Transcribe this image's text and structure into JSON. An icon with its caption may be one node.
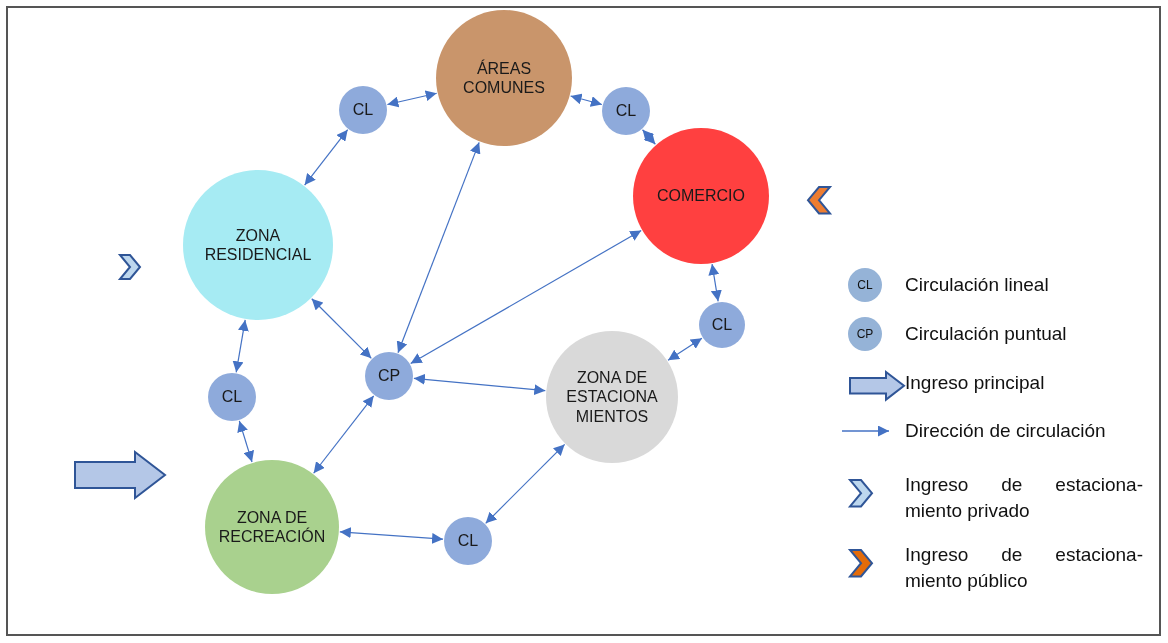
{
  "diagram": {
    "nodes": [
      {
        "text": [
          "ÁREAS COMUNES"
        ]
      },
      {
        "text": [
          "CL"
        ]
      },
      {
        "text": [
          "CL"
        ]
      },
      {
        "text": [
          "COMERCIO"
        ]
      },
      {
        "text": [
          "ZONA RESIDENCIAL"
        ]
      },
      {
        "text": [
          "CL"
        ]
      },
      {
        "text": [
          "CP"
        ]
      },
      {
        "text": [
          "ZONA DE ESTACIONA MIENTOS"
        ]
      },
      {
        "text": [
          "CL"
        ]
      },
      {
        "text": [
          "ZONA DE RECREACIÓN"
        ]
      },
      {
        "text": [
          "CL"
        ]
      }
    ],
    "edges": [
      {
        "from": 1,
        "to": 0,
        "arrow": "both"
      },
      {
        "from": 1,
        "to": 4,
        "arrow": "both"
      },
      {
        "from": 0,
        "to": 2,
        "arrow": "both"
      },
      {
        "from": 2,
        "to": 3,
        "arrow": "both"
      },
      {
        "from": 6,
        "to": 0,
        "arrow": "both"
      },
      {
        "from": 6,
        "to": 3,
        "arrow": "both"
      },
      {
        "from": 3,
        "to": 5,
        "arrow": "both"
      },
      {
        "from": 4,
        "to": 6,
        "arrow": "both"
      },
      {
        "from": 4,
        "to": 8,
        "arrow": "both"
      },
      {
        "from": 5,
        "to": 7,
        "arrow": "both"
      },
      {
        "from": 6,
        "to": 7,
        "arrow": "both"
      },
      {
        "from": 8,
        "to": 9,
        "arrow": "both"
      },
      {
        "from": 9,
        "to": 6,
        "arrow": "both"
      },
      {
        "from": 10,
        "to": 7,
        "arrow": "both"
      },
      {
        "from": 9,
        "to": 10,
        "arrow": "both"
      }
    ],
    "labels": [
      "CL",
      "CP"
    ],
    "legend": [
      {
        "text": "Circulación lineal",
        "color": "#95b3d7"
      },
      {
        "text": "Circulación puntual",
        "color": "#95b3d7"
      },
      {
        "text": "Ingreso principal"
      },
      {
        "text": "Dirección de circulación"
      },
      {
        "text": "Ingreso de estaciona- miento privado"
      },
      {
        "text": "Ingreso de estaciona- miento público"
      }
    ]
  }
}
